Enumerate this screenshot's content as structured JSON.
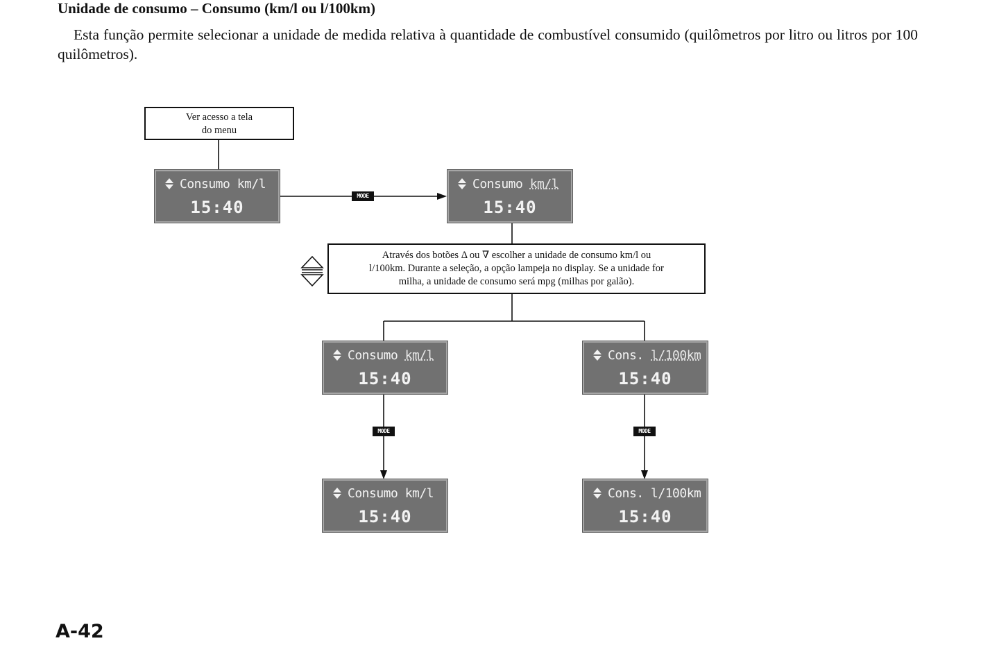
{
  "heading": "Unidade de consumo – Consumo (km/l ou l/100km)",
  "paragraph": "Esta função permite selecionar a unidade de medida relativa à quantidade de combustível consumido (quilômetros por litro ou litros por 100 quilômetros).",
  "diagram": {
    "menu_box": [
      "Ver acesso a tela",
      "do menu"
    ],
    "info_box": [
      "Através dos botões Δ ou ∇ escolher a unidade de consumo km/l ou",
      "l/100km. Durante a seleção, a opção lampeja no display. Se a unidade for",
      "milha, a unidade de consumo será mpg (milhas por galão)."
    ],
    "mode_label": "MODE",
    "displays": {
      "start": {
        "label": "Consumo",
        "unit": "km/l",
        "time": "15:40"
      },
      "after_mode": {
        "label": "Consumo",
        "unit": "km/l",
        "time": "15:40"
      },
      "select_kml": {
        "label": "Consumo",
        "unit": "km/l",
        "time": "15:40"
      },
      "select_l100": {
        "label": "Cons.",
        "unit": "l/100km",
        "time": "15:40"
      },
      "final_kml": {
        "label": "Consumo",
        "unit": "km/l",
        "time": "15:40"
      },
      "final_l100": {
        "label": "Cons.",
        "unit": "l/100km",
        "time": "15:40"
      }
    }
  },
  "page_number": "A-42"
}
